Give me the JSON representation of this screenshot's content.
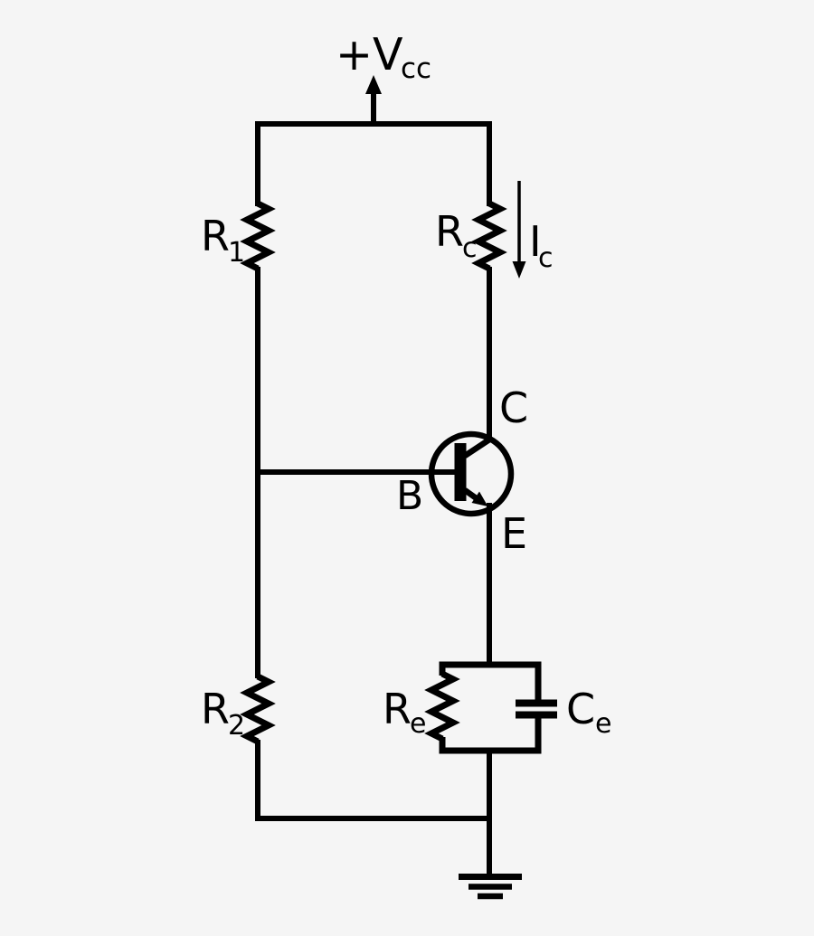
{
  "colors": {
    "background": "#f5f5f5",
    "stroke": "#000000"
  },
  "labels": {
    "supply": {
      "main": "+V",
      "sub": "cc"
    },
    "r1": {
      "main": "R",
      "sub": "1"
    },
    "rc": {
      "main": "R",
      "sub": "c"
    },
    "ic": {
      "main": "I",
      "sub": "c"
    },
    "r2": {
      "main": "R",
      "sub": "2"
    },
    "re": {
      "main": "R",
      "sub": "e"
    },
    "ce": {
      "main": "C",
      "sub": "e"
    },
    "terminal_collector": "C",
    "terminal_base": "B",
    "terminal_emitter": "E"
  }
}
